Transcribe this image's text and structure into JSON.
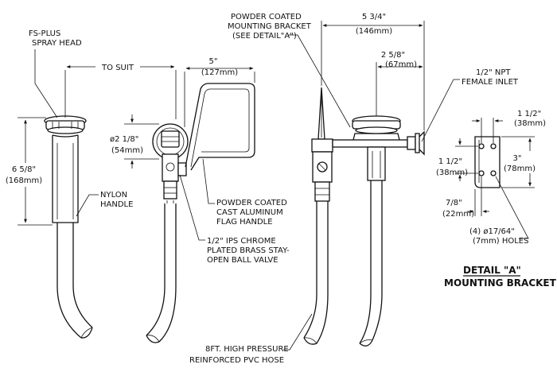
{
  "labels": {
    "spray_head_1": "FS-PLUS",
    "spray_head_2": "SPRAY HEAD",
    "to_suit": "TO SUIT",
    "height_in": "6 5/8\"",
    "height_mm": "(168mm)",
    "nylon_1": "NYLON",
    "nylon_2": "HANDLE",
    "dia_in": "ø2 1/8\"",
    "dia_mm": "(54mm)",
    "flag_w_in": "5\"",
    "flag_w_mm": "(127mm)",
    "flag_1": "POWDER COATED",
    "flag_2": "CAST ALUMINUM",
    "flag_3": "FLAG HANDLE",
    "valve_1": "1/2\" IPS CHROME",
    "valve_2": "PLATED BRASS STAY-",
    "valve_3": "OPEN BALL VALVE",
    "bracket_1": "POWDER COATED",
    "bracket_2": "MOUNTING BRACKET",
    "bracket_3": "(SEE DETAIL\"A\")",
    "overall_in": "5 3/4\"",
    "overall_mm": "(146mm)",
    "head_off_in": "2 5/8\"",
    "head_off_mm": "(67mm)",
    "inlet_1": "1/2\" NPT",
    "inlet_2": "FEMALE INLET",
    "hose_1": "8FT. HIGH PRESSURE",
    "hose_2": "REINFORCED PVC HOSE",
    "bw_in": "1 1/2\"",
    "bw_mm": "(38mm)",
    "bh_in": "3\"",
    "bh_mm": "(78mm)",
    "bv_in": "1 1/2\"",
    "bv_mm": "(38mm)",
    "bo_in": "7/8\"",
    "bo_mm": "(22mm)",
    "holes_1": "(4) ø17/64\"",
    "holes_2": "(7mm) HOLES",
    "detail_title": "DETAIL \"A\"",
    "detail_sub": "MOUNTING BRACKET"
  }
}
